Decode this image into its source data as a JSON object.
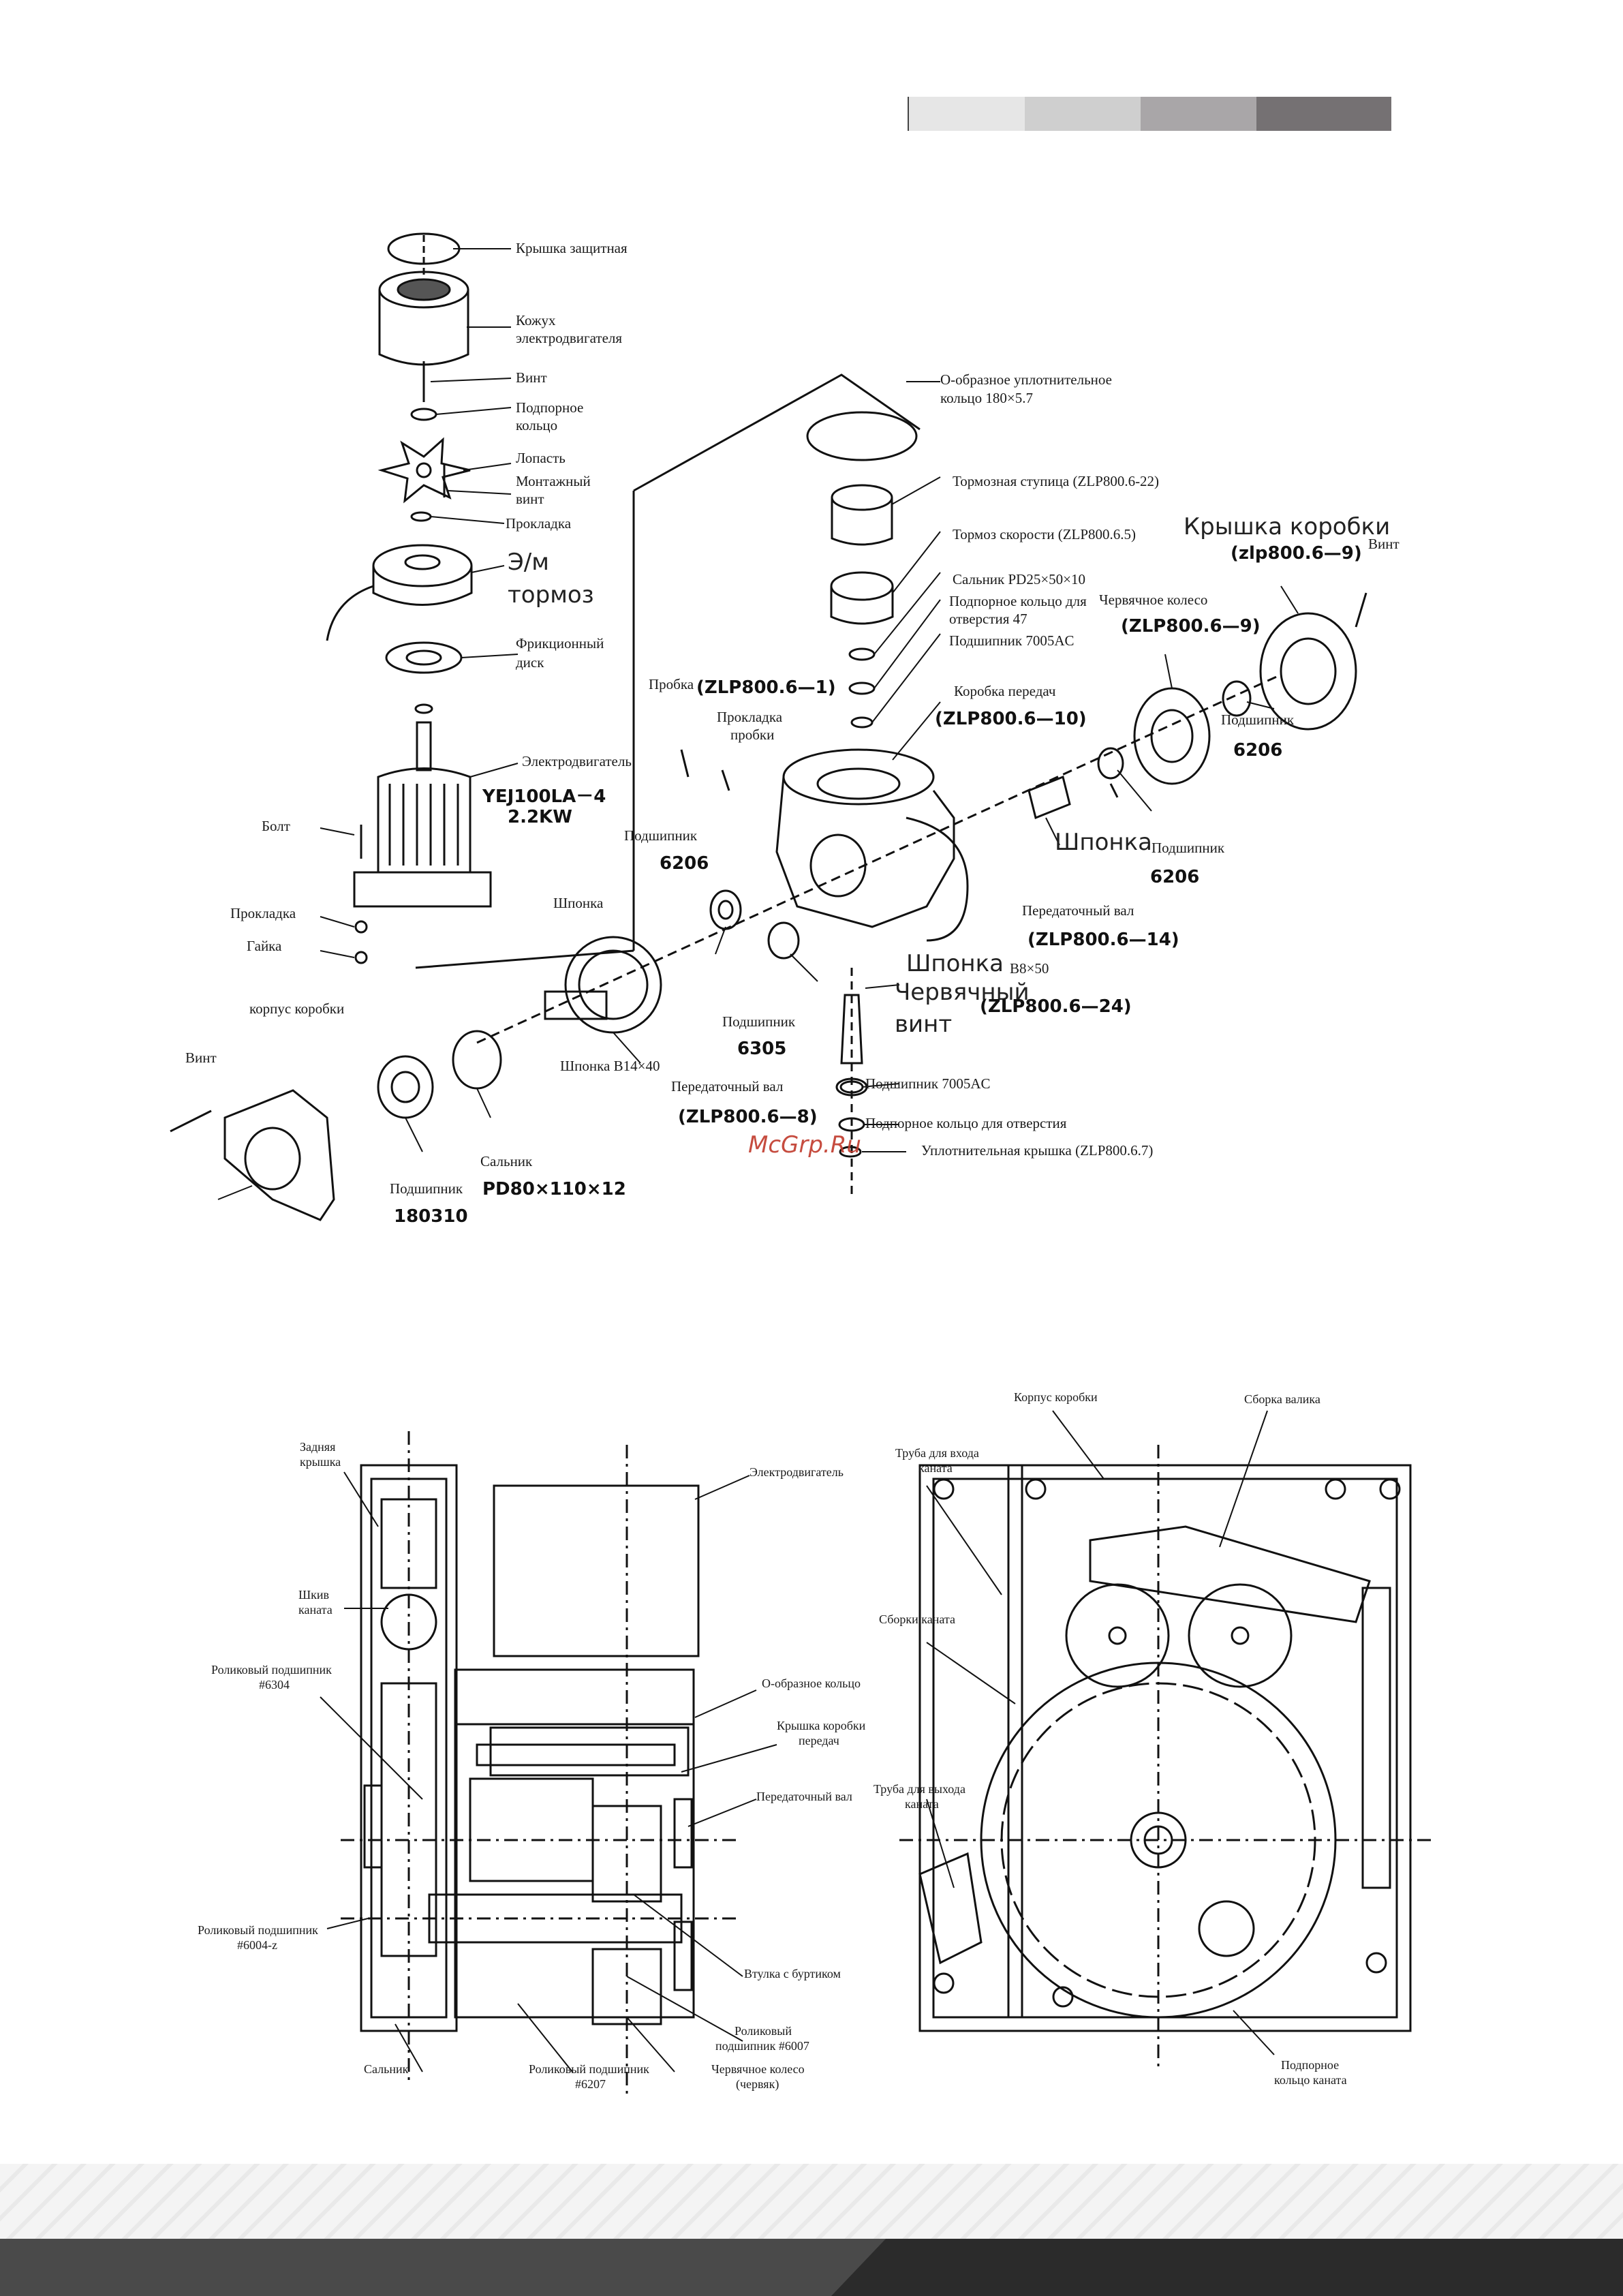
{
  "header": {
    "bars": [
      "#e6e6e6",
      "#cfcfcf",
      "#a9a6a8",
      "#757173"
    ]
  },
  "top_diagram": {
    "labels": [
      {
        "id": "cover",
        "text": "Крышка защитная"
      },
      {
        "id": "housing1",
        "text": "Кожух"
      },
      {
        "id": "housing2",
        "text": "электродвигателя"
      },
      {
        "id": "screw",
        "text": "Винт"
      },
      {
        "id": "retring1",
        "text": "Подпорное"
      },
      {
        "id": "retring2",
        "text": "кольцо"
      },
      {
        "id": "blade",
        "text": "Лопасть"
      },
      {
        "id": "mscrew1",
        "text": "Монтажный"
      },
      {
        "id": "mscrew2",
        "text": "винт"
      },
      {
        "id": "gasket_top",
        "text": "Прокладка"
      },
      {
        "id": "brake1",
        "text": "Э/м"
      },
      {
        "id": "brake2",
        "text": "тормоз"
      },
      {
        "id": "fric1",
        "text": "Фрикционный"
      },
      {
        "id": "fric2",
        "text": "диск"
      },
      {
        "id": "motor",
        "text": "Электродвигатель"
      },
      {
        "id": "motor_model",
        "text": "YEJ100LA－4"
      },
      {
        "id": "motor_power",
        "text": "2.2KW"
      },
      {
        "id": "bolt",
        "text": "Болт"
      },
      {
        "id": "gasket_left",
        "text": "Прокладка"
      },
      {
        "id": "nut",
        "text": "Гайка"
      },
      {
        "id": "body",
        "text": "корпус коробки"
      },
      {
        "id": "screw_left",
        "text": "Винт"
      },
      {
        "id": "bearing_180310_lbl",
        "text": "Подшипник"
      },
      {
        "id": "bearing_180310",
        "text": "180310"
      },
      {
        "id": "seal_lbl",
        "text": "Сальник"
      },
      {
        "id": "seal",
        "text": "PD80×110×12"
      },
      {
        "id": "key_top",
        "text": "Шпонка"
      },
      {
        "id": "key_b14",
        "text": "Шпонка B14×40"
      },
      {
        "id": "bearing6206a_lbl",
        "text": "Подшипник"
      },
      {
        "id": "bearing6206a",
        "text": "6206"
      },
      {
        "id": "plug",
        "text": "Пробка"
      },
      {
        "id": "plug_code",
        "text": "(ZLP800.6—1)"
      },
      {
        "id": "plug_gasket1",
        "text": "Прокладка"
      },
      {
        "id": "plug_gasket2",
        "text": "пробки"
      },
      {
        "id": "oring1",
        "text": "О-образное уплотнительное"
      },
      {
        "id": "oring2",
        "text": "кольцо 180×5.7"
      },
      {
        "id": "hub",
        "text": "Тормозная ступица (ZLP800.6-22)"
      },
      {
        "id": "speedbrake",
        "text": "Тормоз скорости (ZLP800.6.5)"
      },
      {
        "id": "seal25",
        "text": "Сальник PD25×50×10"
      },
      {
        "id": "ring47a",
        "text": "Подпорное кольцо для"
      },
      {
        "id": "ring47b",
        "text": "отверстия 47"
      },
      {
        "id": "bearing7005",
        "text": "Подшипник 7005AC"
      },
      {
        "id": "gearbox",
        "text": "Коробка передач"
      },
      {
        "id": "gearbox_code",
        "text": "(ZLP800.6—10)"
      },
      {
        "id": "boxcover",
        "text": "Крышка коробки"
      },
      {
        "id": "boxcover_code",
        "text": "(zlp800.6—9)"
      },
      {
        "id": "screw_right",
        "text": "Винт"
      },
      {
        "id": "wormwheel",
        "text": "Червячное колесо"
      },
      {
        "id": "wormwheel_code",
        "text": "(ZLP800.6—9)"
      },
      {
        "id": "bearing6206c_lbl",
        "text": "Подшипник"
      },
      {
        "id": "bearing6206c",
        "text": "6206"
      },
      {
        "id": "key_right",
        "text": "Шпонка"
      },
      {
        "id": "bearing6206b_lbl",
        "text": "Подшипник"
      },
      {
        "id": "bearing6206b",
        "text": "6206"
      },
      {
        "id": "shaft_right",
        "text": "Передаточный вал"
      },
      {
        "id": "shaft_right_code",
        "text": "(ZLP800.6—14)"
      },
      {
        "id": "key_worm",
        "text": "Шпонка"
      },
      {
        "id": "key_worm_size",
        "text": "B8×50"
      },
      {
        "id": "worm1",
        "text": "Червячный"
      },
      {
        "id": "worm2",
        "text": "винт"
      },
      {
        "id": "worm_code",
        "text": "(ZLP800.6—24)"
      },
      {
        "id": "bearing6305_lbl",
        "text": "Подшипник"
      },
      {
        "id": "bearing6305",
        "text": "6305"
      },
      {
        "id": "shaft_left",
        "text": "Передаточный вал"
      },
      {
        "id": "shaft_left_code",
        "text": "(ZLP800.6—8)"
      },
      {
        "id": "bearing7005b",
        "text": "Подшипник 7005AC"
      },
      {
        "id": "ringhole",
        "text": "Подпорное кольцо для отверстия"
      },
      {
        "id": "sealcap",
        "text": "Уплотнительная крышка (ZLP800.6.7)"
      }
    ],
    "watermark": "McGrp.Ru"
  },
  "left_section": {
    "labels": [
      {
        "id": "rear1",
        "text": "Задняя"
      },
      {
        "id": "rear2",
        "text": "крышка"
      },
      {
        "id": "pulley1",
        "text": "Шкив"
      },
      {
        "id": "pulley2",
        "text": "каната"
      },
      {
        "id": "rb6304a",
        "text": "Роликовый подшипник"
      },
      {
        "id": "rb6304b",
        "text": "#6304"
      },
      {
        "id": "motor",
        "text": "Электродвигатель"
      },
      {
        "id": "oring",
        "text": "О-образное кольцо"
      },
      {
        "id": "cover1",
        "text": "Крышка коробки"
      },
      {
        "id": "cover2",
        "text": "передач"
      },
      {
        "id": "shaft",
        "text": "Передаточный вал"
      },
      {
        "id": "rb6004a",
        "text": "Роликовый подшипник"
      },
      {
        "id": "rb6004b",
        "text": "#6004-z"
      },
      {
        "id": "bushing",
        "text": "Втулка с буртиком"
      },
      {
        "id": "rb6007a",
        "text": "Роликовый"
      },
      {
        "id": "rb6007b",
        "text": "подшипник #6007"
      },
      {
        "id": "seal",
        "text": "Сальник"
      },
      {
        "id": "rb6207a",
        "text": "Роликовый подшипник"
      },
      {
        "id": "rb6207b",
        "text": "#6207"
      },
      {
        "id": "ww1",
        "text": "Червячное колесо"
      },
      {
        "id": "ww2",
        "text": "(червяк)"
      }
    ]
  },
  "right_section": {
    "labels": [
      {
        "id": "body",
        "text": "Корпус коробки"
      },
      {
        "id": "roller",
        "text": "Сборка валика"
      },
      {
        "id": "in1",
        "text": "Труба для входа"
      },
      {
        "id": "in2",
        "text": "каната"
      },
      {
        "id": "rope",
        "text": "Сборки каната"
      },
      {
        "id": "out1",
        "text": "Труба для выхода"
      },
      {
        "id": "out2",
        "text": "каната"
      },
      {
        "id": "ring1",
        "text": "Подпорное"
      },
      {
        "id": "ring2",
        "text": "кольцо каната"
      }
    ]
  },
  "footer": {
    "colors": [
      "#f2f2f2",
      "#4a4a4a",
      "#2b2b2b"
    ]
  }
}
